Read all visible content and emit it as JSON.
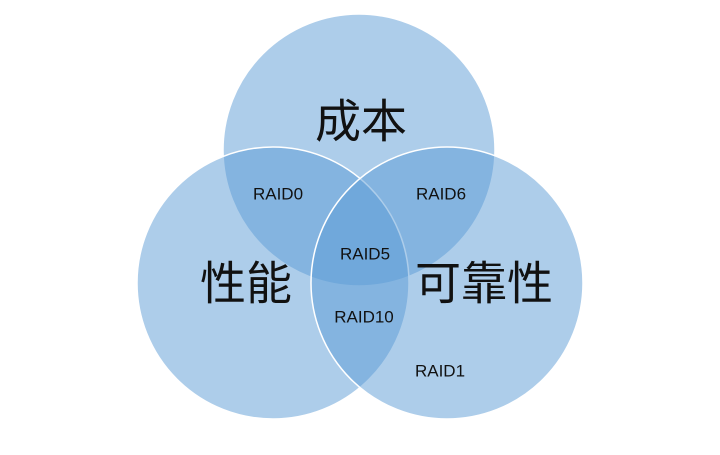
{
  "diagram": {
    "type": "venn-3",
    "fill_color": "#5b9bd5",
    "sets": [
      {
        "id": "top",
        "label": "成本"
      },
      {
        "id": "left",
        "label": "性能"
      },
      {
        "id": "right",
        "label": "可靠性"
      }
    ],
    "regions": [
      {
        "id": "top-left",
        "label": "RAID0"
      },
      {
        "id": "top-right",
        "label": "RAID6"
      },
      {
        "id": "center",
        "label": "RAID5"
      },
      {
        "id": "left-right",
        "label": "RAID10"
      },
      {
        "id": "right-only",
        "label": "RAID1"
      }
    ]
  }
}
